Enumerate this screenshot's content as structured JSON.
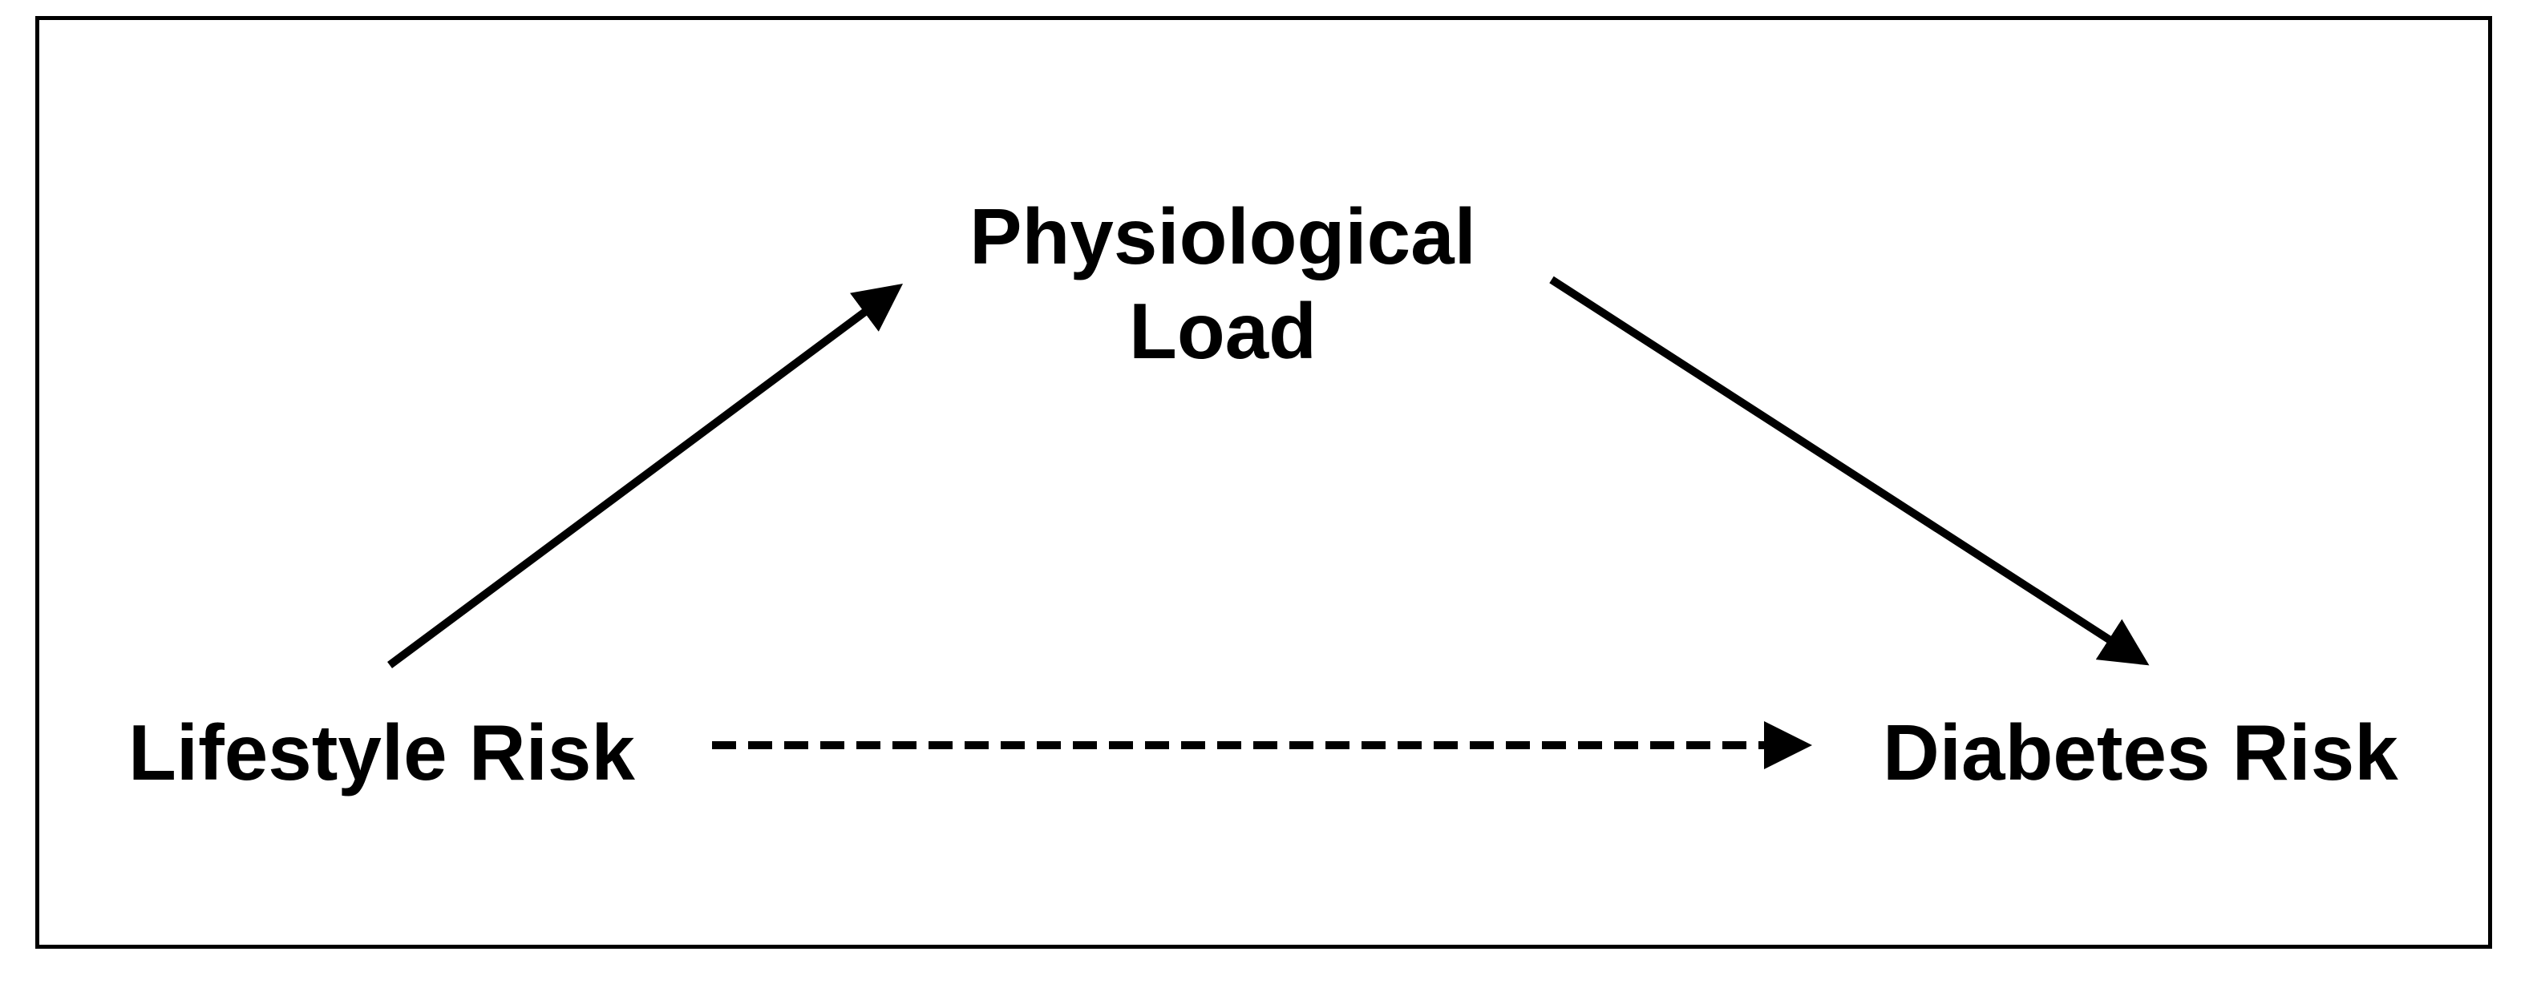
{
  "diagram": {
    "nodes": {
      "physiological_load": {
        "line1": "Physiological",
        "line2": "Load"
      },
      "lifestyle_risk": {
        "label": "Lifestyle Risk"
      },
      "diabetes_risk": {
        "label": "Diabetes Risk"
      }
    },
    "edges": [
      {
        "from": "Lifestyle Risk",
        "to": "Physiological Load",
        "style": "solid"
      },
      {
        "from": "Physiological Load",
        "to": "Diabetes Risk",
        "style": "solid"
      },
      {
        "from": "Lifestyle Risk",
        "to": "Diabetes Risk",
        "style": "dashed"
      }
    ],
    "colors": {
      "stroke": "#000000",
      "background": "#ffffff"
    }
  }
}
